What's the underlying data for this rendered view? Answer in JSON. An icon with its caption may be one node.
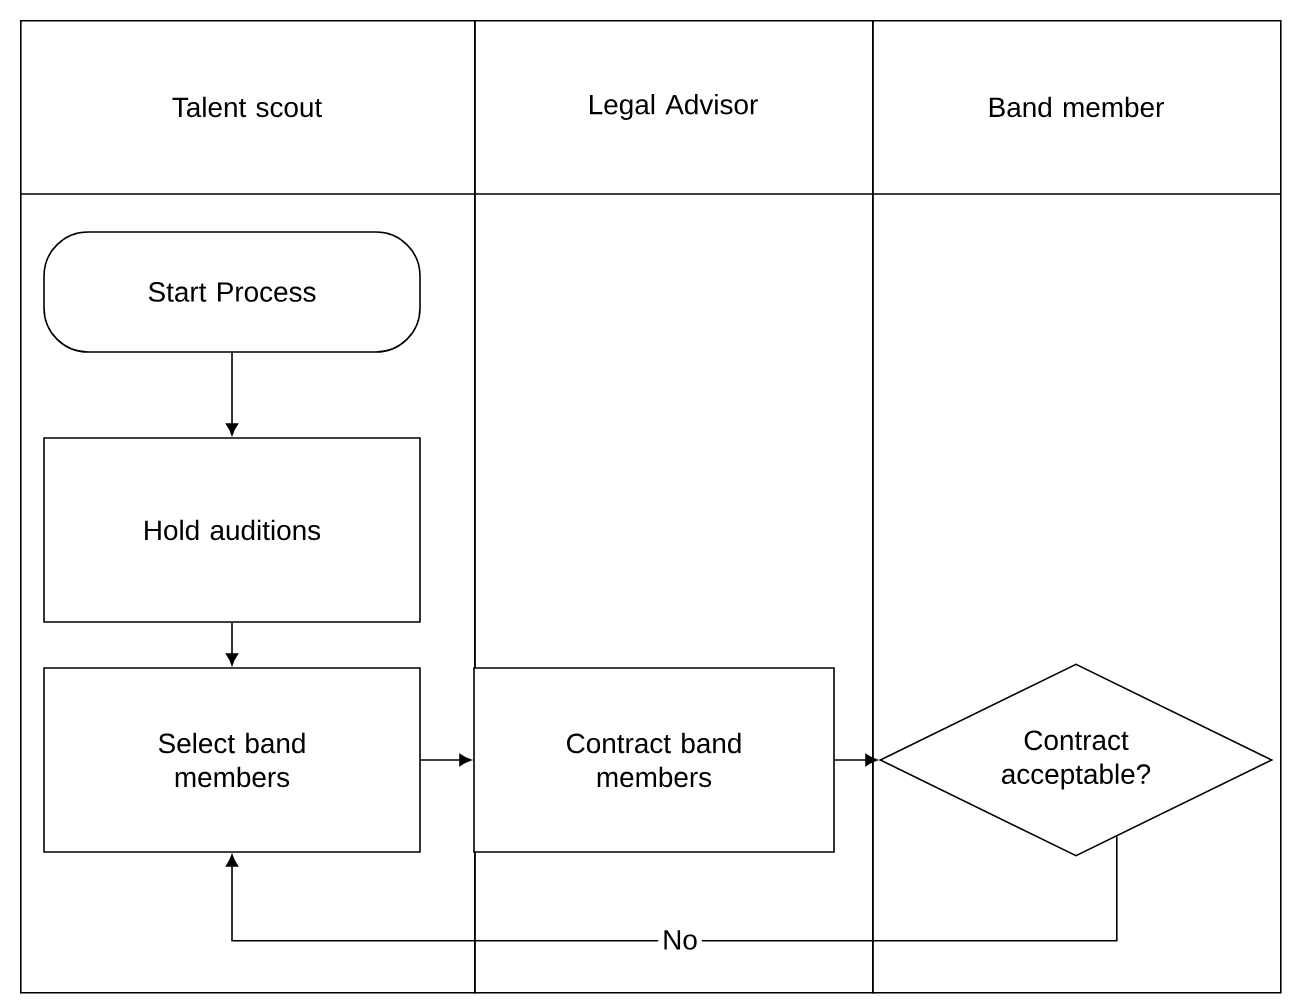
{
  "diagram": {
    "nodes": [
      {
        "text": [
          "Talent scout"
        ]
      },
      {
        "text": [
          "Legal Advisor"
        ]
      },
      {
        "text": [
          "Band member"
        ]
      },
      {
        "text": [
          "Start Process"
        ],
        "in": 0
      },
      {
        "text": [
          "Hold auditions"
        ],
        "in": 0
      },
      {
        "text": [
          "Select band members"
        ],
        "in": 0
      },
      {
        "text": [
          "Contract band members"
        ],
        "in": 1
      },
      {
        "text": [
          "Contract acceptable?"
        ],
        "in": 2
      }
    ],
    "edges": [
      {
        "from": 3,
        "to": 4,
        "arrow": "to"
      },
      {
        "from": 4,
        "to": 5,
        "arrow": "to"
      },
      {
        "from": 5,
        "to": 6,
        "arrow": "to"
      },
      {
        "from": 6,
        "to": 7,
        "arrow": "to"
      },
      {
        "from": 7,
        "to": 5,
        "arrow": "to",
        "label": "No"
      }
    ]
  }
}
